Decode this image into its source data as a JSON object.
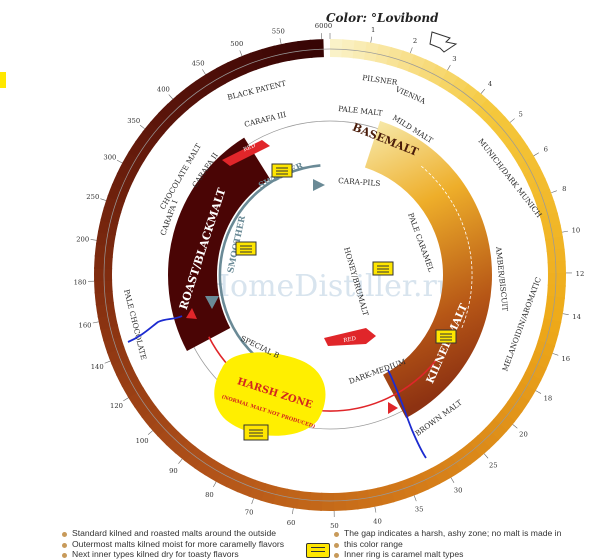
{
  "scale_title": "Color: °Lovibond",
  "scale_ticks": [
    "0",
    "1",
    "2",
    "3",
    "4",
    "5",
    "6",
    "8",
    "10",
    "12",
    "14",
    "16",
    "18",
    "20",
    "25",
    "30",
    "35",
    "40",
    "50",
    "60",
    "70",
    "80",
    "90",
    "100",
    "120",
    "140",
    "160",
    "180",
    "200",
    "250",
    "300",
    "350",
    "400",
    "450",
    "500",
    "550",
    "600"
  ],
  "watermark": "HomeDistiller.ru",
  "zones": {
    "roast": "ROAST/BLACKMALT",
    "base": "BASEMALT",
    "kilned": "KILNED MALT",
    "harsh": "HARSH ZONE",
    "harsh_sub": "(NORMAL MALT NOT PRODUCED)",
    "sweeter": "SWEETER",
    "smoother": "SMOOTHER",
    "red_upper": "RED",
    "red_lower": "RED"
  },
  "malts": {
    "pilsner": "PILSNER",
    "vienna": "VIENNA",
    "pale_malt": "PALE MALT",
    "mild_malt": "MILD MALT",
    "munich": "MUNICH/DARK MUNICH",
    "amber": "AMBER/BISCUIT",
    "melanoidin": "MELANOIDIN/AROMATIC",
    "brown": "BROWN MALT",
    "black_patent": "BLACK PATENT",
    "chocolate": "CHOCOLATE MALT",
    "pale_chocolate": "PALE CHOCOLATE",
    "carafa_iii": "CARAFA III",
    "carafa_ii": "CARAFA II",
    "carafa_i": "CARAFA I",
    "cara_pils": "CARA-PILS",
    "pale_caramel": "PALE CARAMEL",
    "honey": "HONEY/BRUMALT",
    "special_b": "SPECIAL B",
    "dark_medium": "DARK-MEDIUM"
  },
  "legend": {
    "left": [
      "Standard kilned and roasted malts around the outside",
      "Outermost malts kilned moist for more caramelly flavors",
      "Next inner types kilned dry for toasty flavors"
    ],
    "right": [
      "The gap indicates a harsh, ashy zone; no malt is made in",
      "this color range",
      "Inner ring is caramel malt types"
    ]
  },
  "colors": {
    "roast": "#4a0505",
    "base": "#f5e28a",
    "kilned": "#a3400e",
    "harsh_highlight": "#ffef00",
    "arrow_red": "#e0262a",
    "arrow_slate": "#6a8a96",
    "annotation_blue": "#1c2bd0"
  },
  "icons": [
    "note-icon",
    "arrow-right-icon"
  ]
}
